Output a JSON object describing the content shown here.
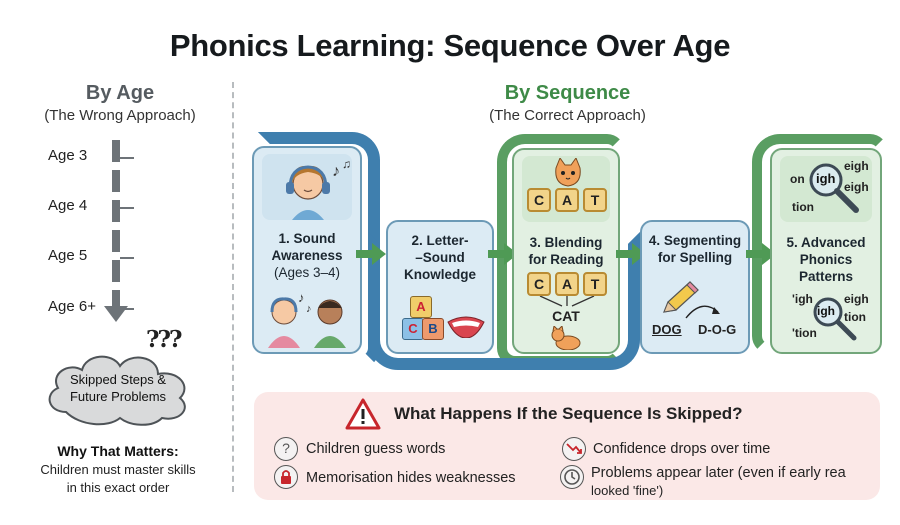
{
  "title": "Phonics Learning: Sequence Over Age",
  "left": {
    "heading": "By Age",
    "subheading": "(The Wrong Approach)",
    "ages": [
      "Age 3",
      "Age 4",
      "Age 5",
      "Age 6+"
    ],
    "cloud_text": [
      "Skipped Steps &",
      "Future Problems"
    ],
    "cloud_marks": "???",
    "why_heading": "Why That Matters:",
    "why_body": [
      "Children must master skills",
      "in this exact order"
    ]
  },
  "right": {
    "heading": "By Sequence",
    "subheading": "(The Correct Approach)"
  },
  "steps": [
    {
      "label": [
        "1. Sound",
        "Awareness",
        "(Ages 3–4)"
      ]
    },
    {
      "label": [
        "2. Letter-",
        "–Sound",
        "Knowledge"
      ],
      "blocks": [
        "A",
        "B",
        "C"
      ]
    },
    {
      "label": [
        "3. Blending",
        "for Reading"
      ],
      "tiles": [
        "C",
        "A",
        "T"
      ],
      "word": "CAT"
    },
    {
      "label": [
        "4. Segmenting",
        "for Spelling"
      ],
      "word": "DOG",
      "split": "D-O-G"
    },
    {
      "label": [
        "5. Advanced",
        "Phonics",
        "Patterns"
      ],
      "top_patterns": [
        "eigh",
        "igh",
        "eigh",
        "tion"
      ],
      "top_prefix": "on",
      "bottom_patterns": [
        "'igh",
        "eigh",
        "igh",
        "'tion",
        "tion"
      ]
    }
  ],
  "panel": {
    "title": "What Happens If the Sequence Is Skipped?",
    "items": [
      {
        "text": [
          "Children guess words"
        ],
        "icon": "question-head-icon"
      },
      {
        "text": [
          "Confidence drops over time"
        ],
        "icon": "trend-down-icon"
      },
      {
        "text": [
          "Memorisation hides weaknesses"
        ],
        "icon": "lock-head-icon"
      },
      {
        "text": [
          "Problems appear later (even if early rea",
          "looked 'fine')"
        ],
        "icon": "clock-icon"
      }
    ]
  },
  "colors": {
    "blue_frame": "#3f7fae",
    "green_frame": "#5a9e62",
    "arrow_green": "#4f9a55",
    "panel_bg": "#fbe8e7"
  }
}
